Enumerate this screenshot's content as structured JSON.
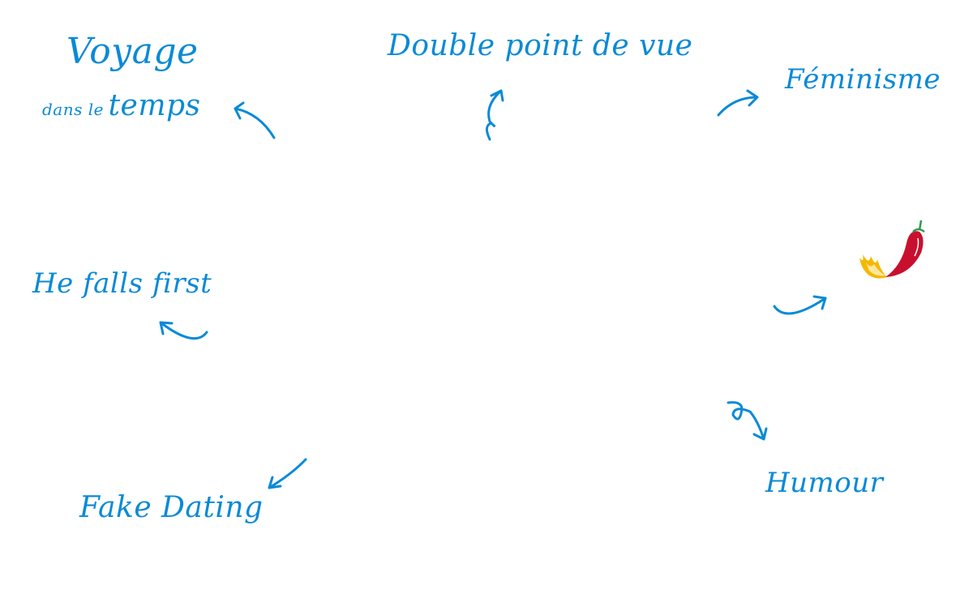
{
  "labels": {
    "voyage": "Voyage",
    "voyage_sub_pre": "dans le",
    "voyage_sub_main": "temps",
    "double_point": "Double point de vue",
    "feminisme": "Féminisme",
    "he_falls": "He falls first",
    "fake_dating": "Fake Dating",
    "humour": "Humour"
  },
  "colors": {
    "accent": "#0a8ad6",
    "chili": "#c8102e",
    "flame": "#f5b800"
  },
  "icons": [
    "chili-pepper-icon"
  ]
}
